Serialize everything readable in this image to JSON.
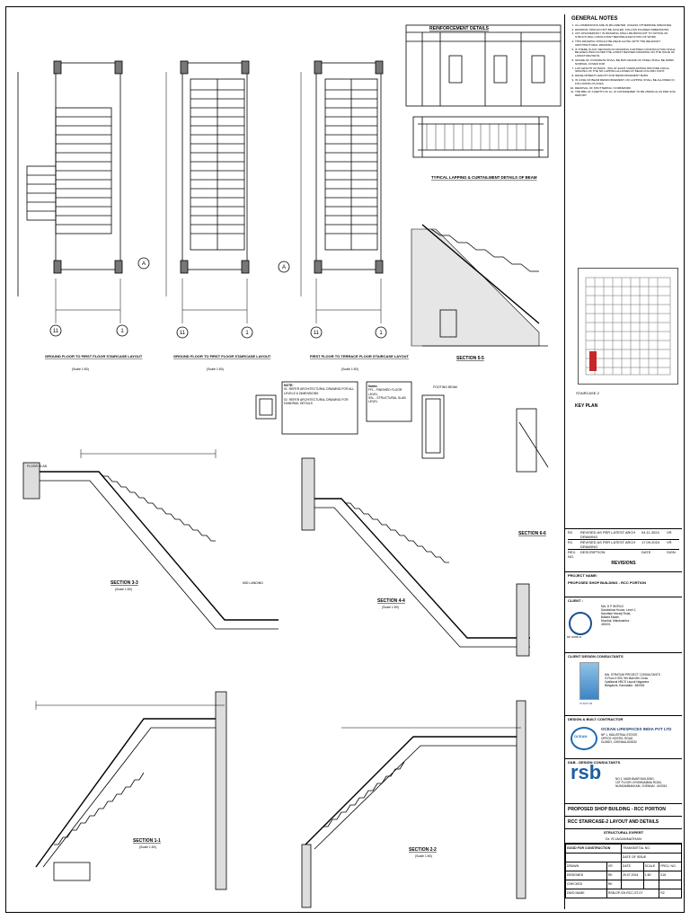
{
  "drawing": {
    "plans": [
      {
        "title": "GROUND FLOOR TO FIRST FLOOR STAIRCASE LAYOUT",
        "scale": "(Scale 1:50)"
      },
      {
        "title": "FIRST FLOOR TO TERRACE FLOOR STAIRCASE LAYOUT",
        "scale": "(Scale 1:50)"
      }
    ],
    "schedule_title": "REINFORCEMENT DETAILS",
    "lapping_title": "TYPICAL LAPPING & CURTAILMENT DETAILS OF BEAM",
    "section_5_title": "SECTION 5-5",
    "section_6_title": "SECTION 6-6",
    "section_1_title": "SECTION 1-1",
    "section_2_title": "SECTION 2-2",
    "section_3_title": "SECTION 3-3",
    "section_4_title": "SECTION 4-4",
    "scale_150": "(Scale 1:50)",
    "grid_a": "A",
    "grid_1": "1",
    "grid_11": "11",
    "note_box": {
      "heading": "NOTE:",
      "lines": [
        "01. REFER ARCHITECTURAL DRAWING FOR ALL LEVELS & DIMENSIONS",
        "02. REFER ARCHITECTURAL DRAWING FOR HANDRAIL DETAILS"
      ]
    },
    "legend_box": {
      "heading": "Notes:",
      "lines": [
        "FFL - FINISHED FLOOR LEVEL",
        "SSL - STRUCTURAL SLAB LEVEL"
      ]
    },
    "floor_slab": "FLOOR SLAB",
    "mid_landing": "MID LANDING",
    "footing_label": "FOOTING BEAM"
  },
  "general_notes": {
    "title": "GENERAL NOTES",
    "items": [
      "ALL DIMENSIONS ARE IN MILLIMETER, UNLESS OTHERWISE SPECIFIED.",
      "DRAWING SHOULD NOT BE SCALED. FOLLOW FIGURED DIMENSIONS.",
      "ANY DISCREPANCY IN DRAWING SHALL BE BROUGHT TO NOTICE OF STRUCTURAL CONSULTANT BEFORE EXECUTION OF WORK.",
      "THIS DRAWING SHOULD BE READ ALONG WITH THE RELEVANT ARCHITECTURAL DRAWING.",
      "IF THERE IS ANY REVISION IN DRAWING FURTHER CONSTRUCTION SHALL BE EXECUTED AS PER THE LATEST REVISED DRAWING ON THE ISSUE OF LATEST REVISION.",
      "GRADE OF CONCRETE SHALL BE M25 GRADE OF STEEL SHALL BE FE500 NOMINAL COVER FOR",
      "LAP LENGTH OF BARS - 50d. AT EACH OVERLAPPING PROVIDE 100mm SPACING OF THE NO LAPPING ALLOWED AT BEAM COLUMN JOINT.",
      "DEVELOPMENT LENGTH FOR REINFORCEMENT BARS",
      "IN CASE OF BEAM REINFORCEMENT, NO LAPPING SHALL BE ALLOWED IN FOLLOWING PLACES",
      "REMOVAL OF SHUTTERING / FORMWORK",
      "THE BBC AT A DEPTH OF 1m IS CONSIDERED TO BE 250kN/m2 AS PER SOIL REPORT."
    ]
  },
  "key_plan": {
    "label": "KEY PLAN",
    "marker": "STAIRCASE-2"
  },
  "title_block": {
    "revisions": [
      {
        "no": "R2",
        "desc": "REVISED AS PER LATEST ARCH DRAWING",
        "date": "04.11.2024",
        "by": "VR"
      },
      {
        "no": "R1",
        "desc": "REVISED AS PER LATEST ARCH DRAWING",
        "date": "17.09.2024",
        "by": "VR"
      }
    ],
    "rev_headers": {
      "no": "REV. NO.",
      "desc": "DESCRIPTION",
      "date": "DATE",
      "by": "SIGN"
    },
    "revisions_label": "REVISIONS",
    "project_label": "PROJECT NAME:",
    "project_name": "PROPOSED SHOP BUILDING - RCC PORTION",
    "client_label": "CLIENT :",
    "client_lines": [
      "M/s. D P WORLD",
      "Darabshaw House, Level 1,",
      "Narottam Morarji Road,",
      "Ballard Estate,",
      "Mumbai, Maharashtra -",
      "400001"
    ],
    "client_logo": "DP WORLD",
    "consultant_label": "CLIENT DESIGN CONSULTANTS",
    "consultant_lines": [
      "M/s. STRATUM PROJECT CONSULTANTS",
      "G.Floor # 593, 9th Main 6th Cross",
      "Vyalikaval HBCS Layout Nagavara",
      "Bangalore, Karnataka - 560045"
    ],
    "consultant_logo": "STRATUM",
    "contractor_label": "DESIGN & BUILT CONTRACTOR",
    "contractor_name": "OCEAN LIFESPACES INDIA PVT LTD",
    "contractor_lines": [
      "NP 1, INDUSTRIAL ESTATE",
      "GUINDY, CHENNAI-600032",
      "OFFICE HOSTEL ROAD"
    ],
    "contractor_logo": "OCEAN",
    "dbr_label": "D&B - DESIGN CONSULTANTS",
    "dbr_lines": [
      "NO.1, MADHAVAR BUILDING,",
      "1ST FLOOR, KRISHNAMMA ROAD,",
      "NUNGAMBAKKAM, CHENNAI - 600034"
    ],
    "dbr_logo": "rsb",
    "sheet_title_1": "PROPOSED SHOP BUILDING - RCC PORTION",
    "sheet_title_2": "RCC STAIRCASE-2 LAYOUT AND DETAILS",
    "structural_expert": "STRUCTURAL EXPERT",
    "expert_name": "Dr. R.JAGANNATHAN",
    "status": "GOOD FOR CONSTRUCTION",
    "transmittal": "TRANSMITTAL NO.",
    "date_issue": "DATE OF ISSUE",
    "rows": [
      {
        "k": "DRAWN",
        "v": "VR",
        "k2": "DATE",
        "v2": "SCALE",
        "v3": "PROJ. NO."
      },
      {
        "k": "DESIGNED",
        "v": "RK",
        "k2": "29.07.2024",
        "v2": "1:50",
        "v3": "015"
      },
      {
        "k": "CHECKED",
        "v": "RK",
        "k2": "",
        "v2": "",
        "v3": ""
      },
      {
        "k": "DWG NAME",
        "v": "RSB-DP-SH-RCC-ST-07",
        "k2": "",
        "v2": "",
        "v3": "R2"
      }
    ]
  }
}
